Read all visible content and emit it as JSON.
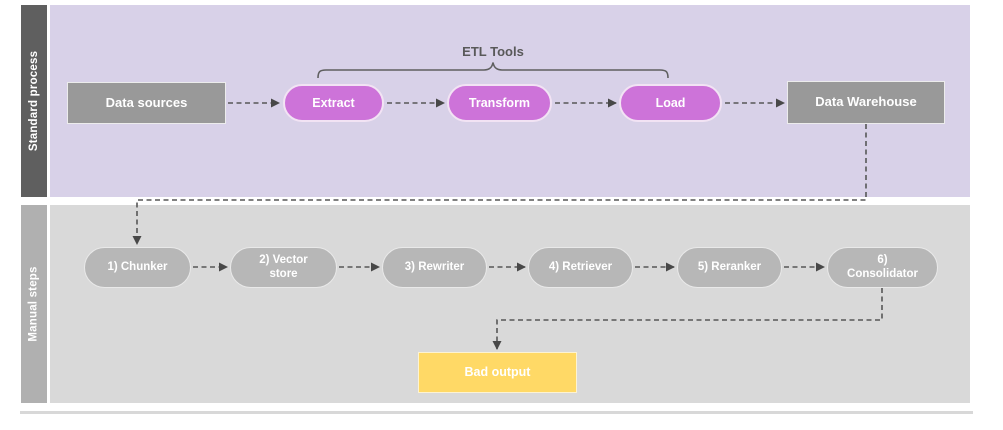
{
  "lanes": {
    "top": {
      "label": "Standard process"
    },
    "bottom": {
      "label": "Manual steps"
    }
  },
  "bracket": {
    "label": "ETL Tools"
  },
  "standard": {
    "nodes": [
      {
        "label": "Data sources",
        "type": "box"
      },
      {
        "label": "Extract",
        "type": "pill"
      },
      {
        "label": "Transform",
        "type": "pill"
      },
      {
        "label": "Load",
        "type": "pill"
      },
      {
        "label": "Data Warehouse",
        "type": "box"
      }
    ]
  },
  "manual": {
    "nodes": [
      {
        "label": "1) Chunker"
      },
      {
        "label": "2) Vector store"
      },
      {
        "label": "3) Rewriter"
      },
      {
        "label": "4) Retriever"
      },
      {
        "label": "5) Reranker"
      },
      {
        "label": "6) Consolidator"
      }
    ]
  },
  "output": {
    "label": "Bad output"
  },
  "colors": {
    "lane_top_bg": "#d8d1e8",
    "lane_bottom_bg": "#d9d9d9",
    "lane_top_bar": "#5f5f5f",
    "lane_bottom_bar": "#b0b0b0",
    "etl_pill": "#cd73d9",
    "gray_box": "#999999",
    "gray_pill": "#b7b7b7",
    "bad_output": "#ffd966",
    "connector": "#575757",
    "text_dark": "#595959",
    "text_light": "#ffffff"
  }
}
